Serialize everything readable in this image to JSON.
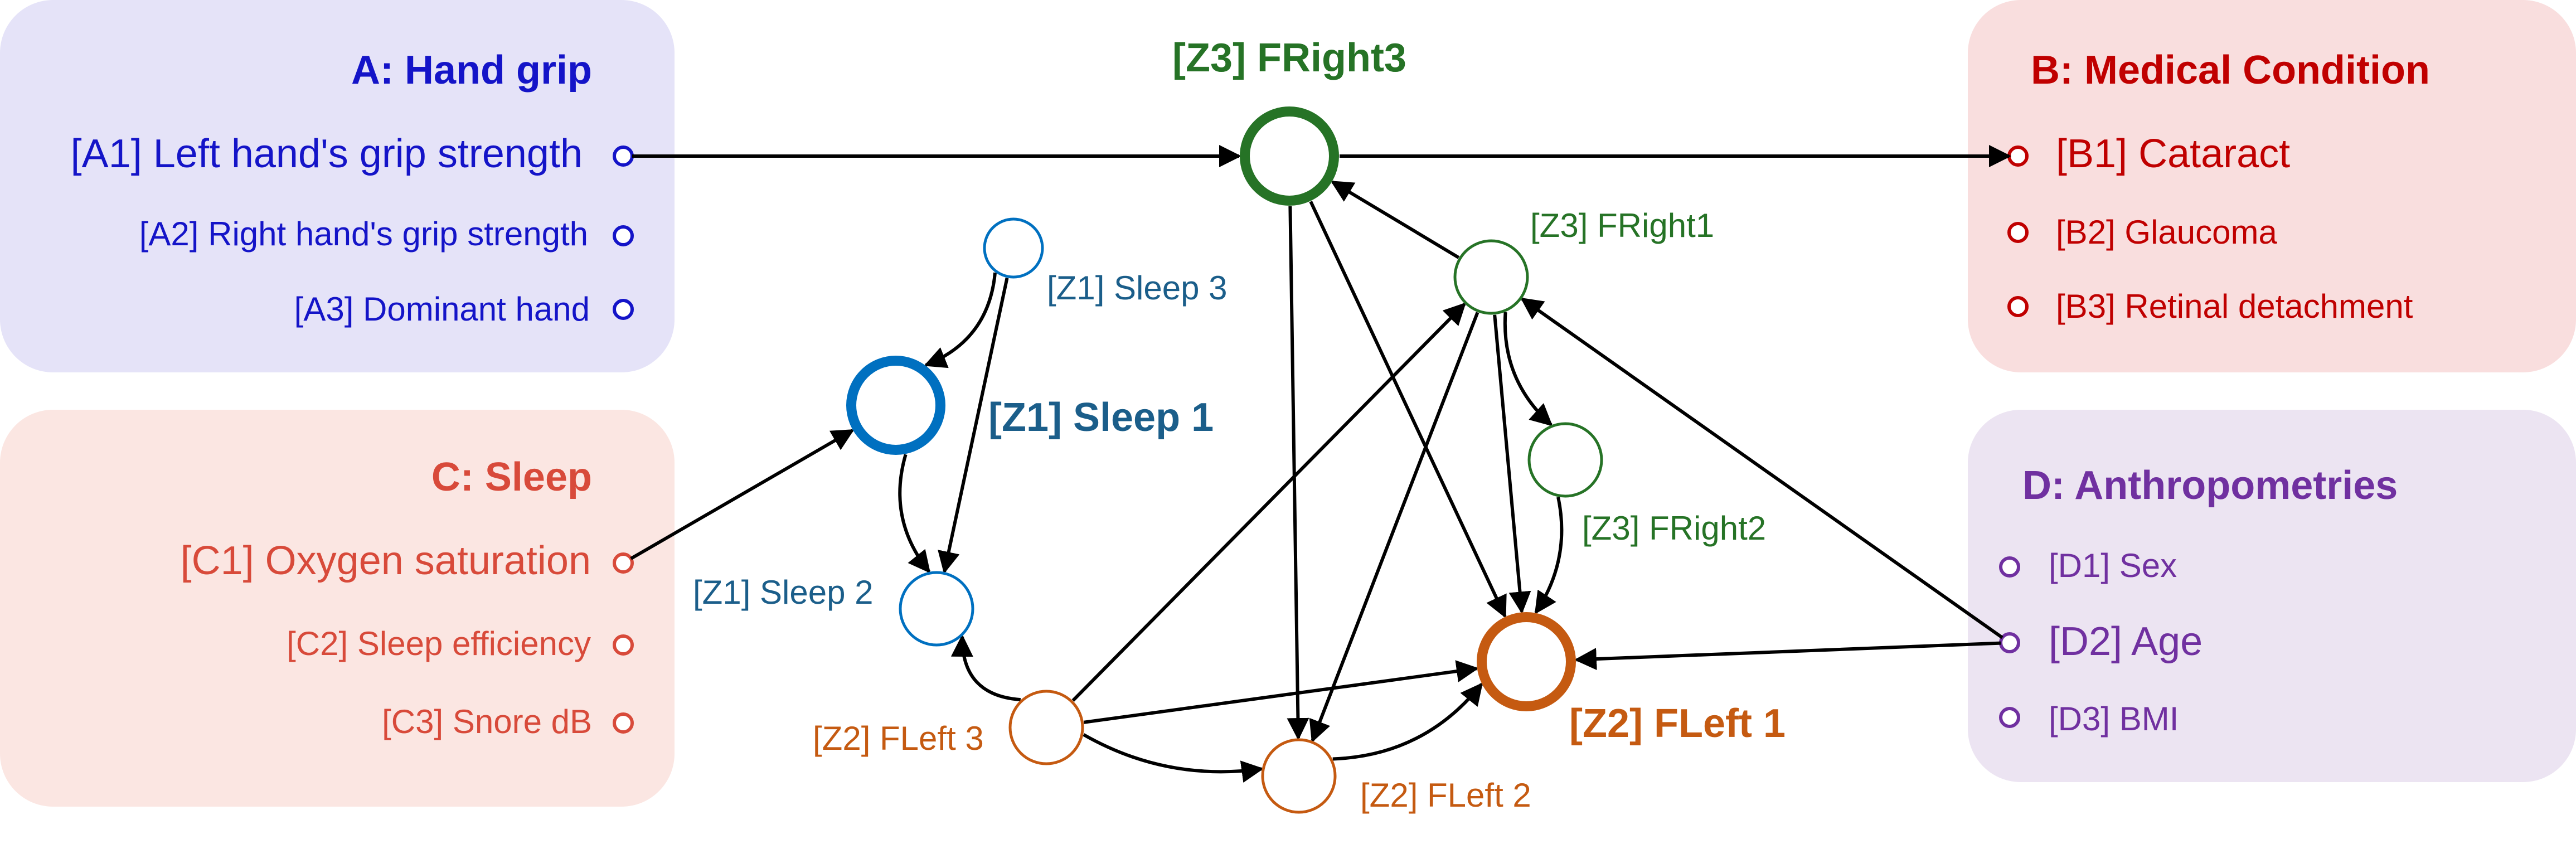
{
  "colors": {
    "hand_grip": "#1414c8",
    "hand_grip_box": "#e5e3f8",
    "medical": "#c00000",
    "medical_box": "#f9dede",
    "sleep": "#d84a3a",
    "sleep_box": "#fbe6e2",
    "anthro": "#7030a0",
    "anthro_box": "#ece4f2",
    "z1": "#1b5e8a",
    "z1_ring": "#0070c0",
    "z2": "#c55a11",
    "z3": "#267326",
    "edge": "#000000"
  },
  "panels": {
    "hand_grip": {
      "title": "A: Hand grip",
      "items": [
        "[A1] Left hand's grip strength",
        "[A2] Right hand's grip strength",
        "[A3] Dominant hand"
      ]
    },
    "medical": {
      "title": "B: Medical Condition",
      "items": [
        "[B1] Cataract",
        "[B2] Glaucoma",
        "[B3] Retinal detachment"
      ]
    },
    "sleep": {
      "title": "C: Sleep",
      "items": [
        "[C1] Oxygen saturation",
        "[C2] Sleep efficiency",
        "[C3] Snore dB"
      ]
    },
    "anthro": {
      "title": "D: Anthropometries",
      "items": [
        "[D1] Sex",
        "[D2] Age",
        "[D3] BMI"
      ]
    }
  },
  "nodes": {
    "fright3": "[Z3] FRight3",
    "fright1": "[Z3] FRight1",
    "fright2": "[Z3] FRight2",
    "sleep3": "[Z1] Sleep 3",
    "sleep1": "[Z1] Sleep 1",
    "sleep2": "[Z1] Sleep 2",
    "fleft3": "[Z2] FLeft 3",
    "fleft2": "[Z2] FLeft 2",
    "fleft1": "[Z2] FLeft 1"
  },
  "edges": [
    [
      "a1",
      "fright3"
    ],
    [
      "fright3",
      "b1"
    ],
    [
      "fright3",
      "fleft2"
    ],
    [
      "fright3",
      "fleft1"
    ],
    [
      "fright1",
      "fright3"
    ],
    [
      "fright1",
      "fright2"
    ],
    [
      "fright1",
      "fleft1"
    ],
    [
      "fright1",
      "fleft2"
    ],
    [
      "fright2",
      "fleft1"
    ],
    [
      "d2",
      "fleft1"
    ],
    [
      "d2",
      "fright1"
    ],
    [
      "c1",
      "sleep1"
    ],
    [
      "sleep3",
      "sleep1"
    ],
    [
      "sleep3",
      "sleep2"
    ],
    [
      "sleep1",
      "sleep2"
    ],
    [
      "fleft3",
      "sleep2"
    ],
    [
      "fleft3",
      "fright1"
    ],
    [
      "fleft3",
      "fleft1"
    ],
    [
      "fleft3",
      "fleft2"
    ],
    [
      "fleft2",
      "fleft1"
    ]
  ]
}
